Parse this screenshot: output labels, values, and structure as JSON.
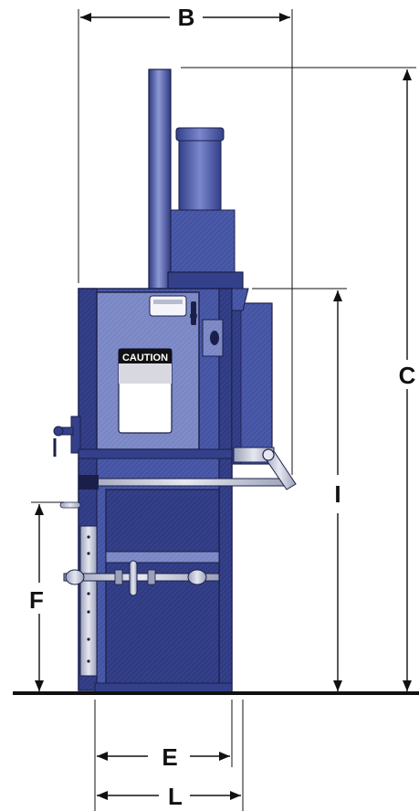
{
  "dimensions": {
    "B": "B",
    "C": "C",
    "I": "I",
    "F": "F",
    "E": "E",
    "L": "L"
  },
  "caution_label": "CAUTION",
  "colors": {
    "body": "#4a5aa8",
    "body_dark": "#34408a",
    "body_light": "#7f8cc8",
    "steel": "#c7cad8",
    "outline": "#1a1f4a",
    "floor": "#111111"
  }
}
